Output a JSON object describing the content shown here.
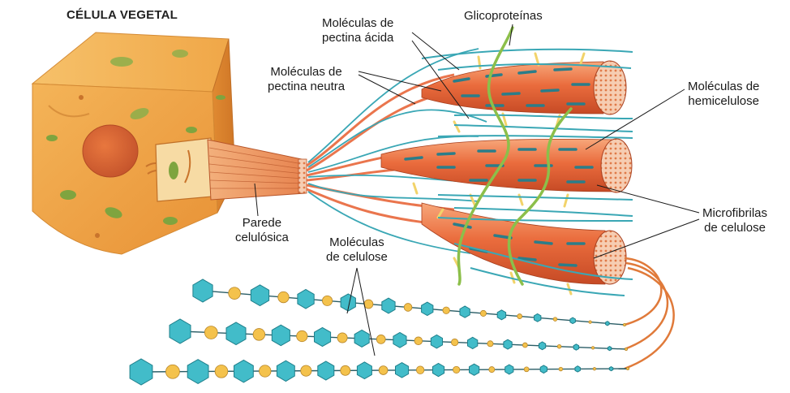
{
  "title": "CÉLULA VEGETAL",
  "labels": {
    "pectina_acida": [
      "Moléculas de",
      "pectina ácida"
    ],
    "glicoproteinas": "Glicoproteínas",
    "pectina_neutra": [
      "Moléculas de",
      "pectina neutra"
    ],
    "hemicelulose": [
      "Moléculas de",
      "hemicelulose"
    ],
    "parede": [
      "Parede",
      "celulósica"
    ],
    "celulose": [
      "Moléculas",
      "de celulose"
    ],
    "microfibrilas": [
      "Microfibrilas",
      "de celulose"
    ]
  },
  "colors": {
    "cell": "#f2a844",
    "nucleus": "#d9602e",
    "fibril": "#e8673a",
    "pectin": "#3aa7b5",
    "glycoprotein": "#8cbf4a",
    "hexagon": "#42bcc9",
    "bead": "#f4c24c"
  }
}
